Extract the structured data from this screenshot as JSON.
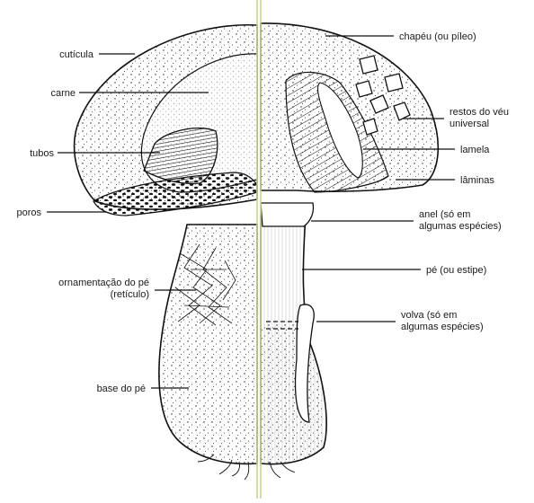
{
  "diagram": {
    "colors": {
      "ink": "#111111",
      "axis": "#c9d48a",
      "background": "#ffffff"
    },
    "left_labels": {
      "cuticula": "cutícula",
      "carne": "carne",
      "tubos": "tubos",
      "poros": "poros",
      "ornamentacao_line1": "ornamentação do pé",
      "ornamentacao_line2": "(retículo)",
      "base": "base do pé"
    },
    "right_labels": {
      "chapeu": "chapéu (ou píleo)",
      "restos_line1": "restos do véu",
      "restos_line2": "universal",
      "lamela": "lamela",
      "laminas": "lâminas",
      "anel_line1": "anel (só em",
      "anel_line2": "algumas espécies)",
      "pe": "pé (ou estipe)",
      "volva_line1": "volva (só em",
      "volva_line2": "algumas espécies)"
    }
  }
}
